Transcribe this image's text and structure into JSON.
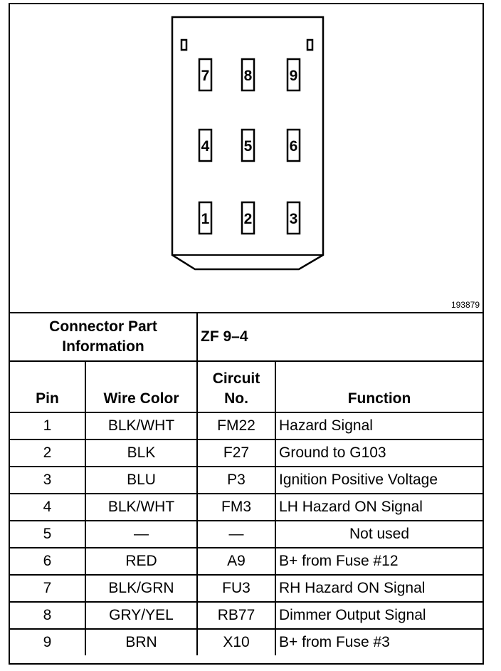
{
  "figure_id": "193879",
  "pins": [
    {
      "label": "7"
    },
    {
      "label": "8"
    },
    {
      "label": "9"
    },
    {
      "label": "4"
    },
    {
      "label": "5"
    },
    {
      "label": "6"
    },
    {
      "label": "1"
    },
    {
      "label": "2"
    },
    {
      "label": "3"
    }
  ],
  "connector_part": {
    "label": "Connector Part Information",
    "value": "ZF 9–4"
  },
  "headers": {
    "pin": "Pin",
    "wire_color": "Wire Color",
    "circuit_no": "Circuit No.",
    "function": "Function"
  },
  "rows": [
    {
      "pin": "1",
      "wire_color": "BLK/WHT",
      "circuit": "FM22",
      "function": "Hazard Signal"
    },
    {
      "pin": "2",
      "wire_color": "BLK",
      "circuit": "F27",
      "function": "Ground to G103"
    },
    {
      "pin": "3",
      "wire_color": "BLU",
      "circuit": "P3",
      "function": "Ignition Positive Voltage"
    },
    {
      "pin": "4",
      "wire_color": "BLK/WHT",
      "circuit": "FM3",
      "function": "LH Hazard ON Signal"
    },
    {
      "pin": "5",
      "wire_color": "—",
      "circuit": "—",
      "function": "Not used"
    },
    {
      "pin": "6",
      "wire_color": "RED",
      "circuit": "A9",
      "function": "B+ from Fuse #12"
    },
    {
      "pin": "7",
      "wire_color": "BLK/GRN",
      "circuit": "FU3",
      "function": "RH Hazard ON Signal"
    },
    {
      "pin": "8",
      "wire_color": "GRY/YEL",
      "circuit": "RB77",
      "function": "Dimmer Output Signal"
    },
    {
      "pin": "9",
      "wire_color": "BRN",
      "circuit": "X10",
      "function": "B+ from Fuse #3"
    }
  ]
}
